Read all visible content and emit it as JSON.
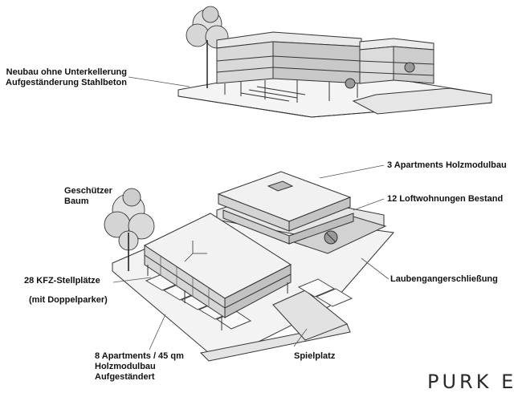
{
  "top_view": {
    "label_line1": "Neubau ohne Unterkellerung",
    "label_line2": "Aufgeständerung Stahlbeton"
  },
  "bottom_view": {
    "apartments_holz": "3 Apartments Holzmodulbau",
    "tree_line1": "Geschützer",
    "tree_line2": "Baum",
    "loft": "12 Loftwohnungen Bestand",
    "parking_line1": "28 KFZ-Stellplätze",
    "parking_line2": "(mit Doppelparker)",
    "gallery_access": "Laubengangerschließung",
    "apartments8_line1": "8 Apartments / 45 qm",
    "apartments8_line2": "Holzmodulbau",
    "apartments8_line3": "Aufgeständert",
    "playground": "Spielplatz"
  },
  "brand_partial": "PURK E"
}
